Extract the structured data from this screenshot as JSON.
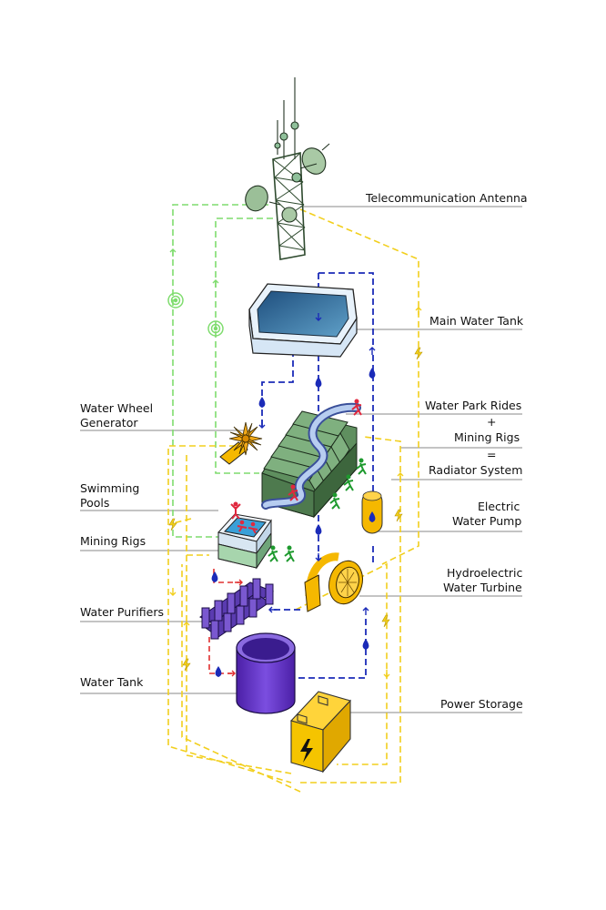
{
  "labels": {
    "telecom_antenna": "Telecommunication Antenna",
    "main_water_tank": "Main Water Tank",
    "water_wheel_line1": "Water Wheel",
    "water_wheel_line2": "Generator",
    "water_park_rides": "Water Park Rides",
    "plus": "+",
    "mining_rigs_right": "Mining Rigs",
    "equals": "=",
    "radiator_system": "Radiator System",
    "swimming_line1": "Swimming",
    "swimming_line2": "Pools",
    "electric_line1": "Electric",
    "electric_line2": "Water Pump",
    "mining_rigs_left": "Mining Rigs",
    "hydro_line1": "Hydroelectric",
    "hydro_line2": "Water Turbine",
    "water_purifiers": "Water Purifiers",
    "water_tank": "Water Tank",
    "power_storage": "Power Storage"
  },
  "colors": {
    "telecom_line": "#7fdc6e",
    "power_line": "#f2cf1d",
    "water_line": "#1b2bb8",
    "dirty_water_line": "#e03030",
    "antenna": "#7a9a7a",
    "tank_water": "#2c5d8c",
    "radiator": "#6f9e6f",
    "pump": "#f5b800",
    "purifier": "#5a3bb0",
    "lower_tank": "#5c2fc2",
    "battery": "#f5c400",
    "people_green": "#1e9a2e",
    "people_red": "#e0283e",
    "leader_line": "#888888"
  },
  "icons": [
    "water-drop-icon",
    "lightning-icon",
    "signal-icon",
    "arrow-up-icon",
    "arrow-down-icon",
    "person-icon"
  ]
}
